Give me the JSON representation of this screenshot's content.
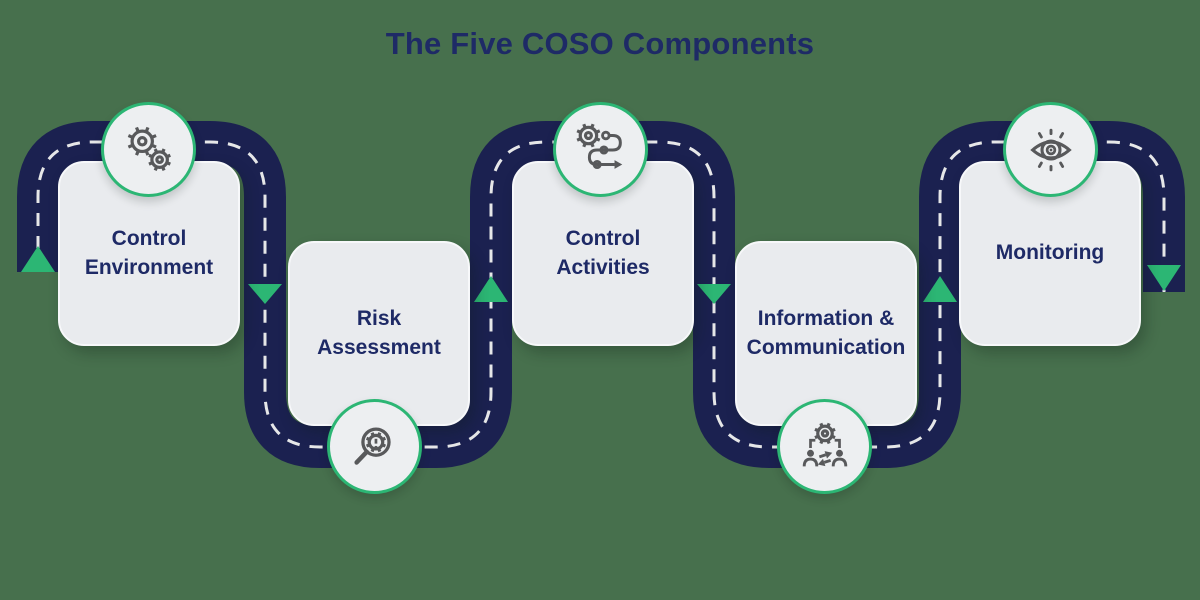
{
  "title": "The Five COSO Components",
  "colors": {
    "background": "#47704d",
    "road": "#1b2150",
    "road_dash": "#e6e7e8",
    "accent_green": "#2cb674",
    "box_fill": "#e9ebee",
    "circle_fill": "#edeff1",
    "text_navy": "#1e2a66",
    "icon_stroke": "#58595b"
  },
  "diagram": {
    "steps": [
      {
        "label": "Control Environment",
        "icon": "gears-icon",
        "icon_position": "top"
      },
      {
        "label": "Risk Assessment",
        "icon": "risk-magnifier-icon",
        "icon_position": "bottom"
      },
      {
        "label": "Control Activities",
        "icon": "process-flow-icon",
        "icon_position": "top"
      },
      {
        "label": "Information & Communication",
        "icon": "people-communication-icon",
        "icon_position": "bottom"
      },
      {
        "label": "Monitoring",
        "icon": "eye-icon",
        "icon_position": "top"
      }
    ],
    "flow_markers": [
      "up",
      "down",
      "up",
      "down",
      "up",
      "down"
    ]
  }
}
